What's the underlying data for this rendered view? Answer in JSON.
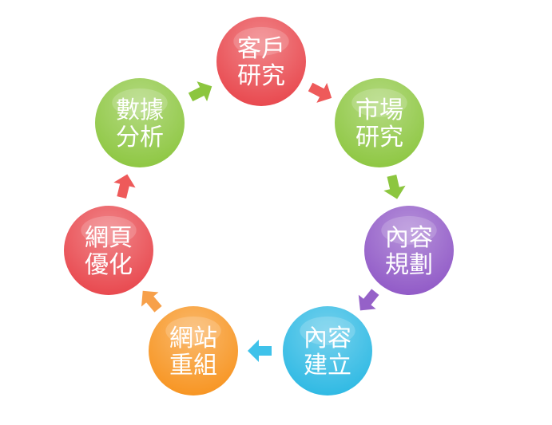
{
  "diagram": {
    "type": "cycle",
    "nodes": [
      {
        "id": "customer-research",
        "lines": [
          "客戶",
          "研究"
        ],
        "color": "#e8454b"
      },
      {
        "id": "market-research",
        "lines": [
          "市場",
          "研究"
        ],
        "color": "#8cc63f"
      },
      {
        "id": "content-planning",
        "lines": [
          "內容",
          "規劃"
        ],
        "color": "#8f57c6"
      },
      {
        "id": "content-creation",
        "lines": [
          "內容",
          "建立"
        ],
        "color": "#2bb8e3"
      },
      {
        "id": "site-restructure",
        "lines": [
          "網站",
          "重組"
        ],
        "color": "#f7931e"
      },
      {
        "id": "web-optimization",
        "lines": [
          "網頁",
          "優化"
        ],
        "color": "#e8454b"
      },
      {
        "id": "data-analysis",
        "lines": [
          "數據",
          "分析"
        ],
        "color": "#8cc63f"
      }
    ],
    "arrows": [
      {
        "from": "customer-research",
        "to": "market-research",
        "color": "#ee5a5a"
      },
      {
        "from": "market-research",
        "to": "content-planning",
        "color": "#8cc63f"
      },
      {
        "from": "content-planning",
        "to": "content-creation",
        "color": "#9561c8"
      },
      {
        "from": "content-creation",
        "to": "site-restructure",
        "color": "#3fc2ea"
      },
      {
        "from": "site-restructure",
        "to": "web-optimization",
        "color": "#f7a04a"
      },
      {
        "from": "web-optimization",
        "to": "data-analysis",
        "color": "#ee5a5a"
      },
      {
        "from": "data-analysis",
        "to": "customer-research",
        "color": "#8cc63f"
      }
    ]
  }
}
